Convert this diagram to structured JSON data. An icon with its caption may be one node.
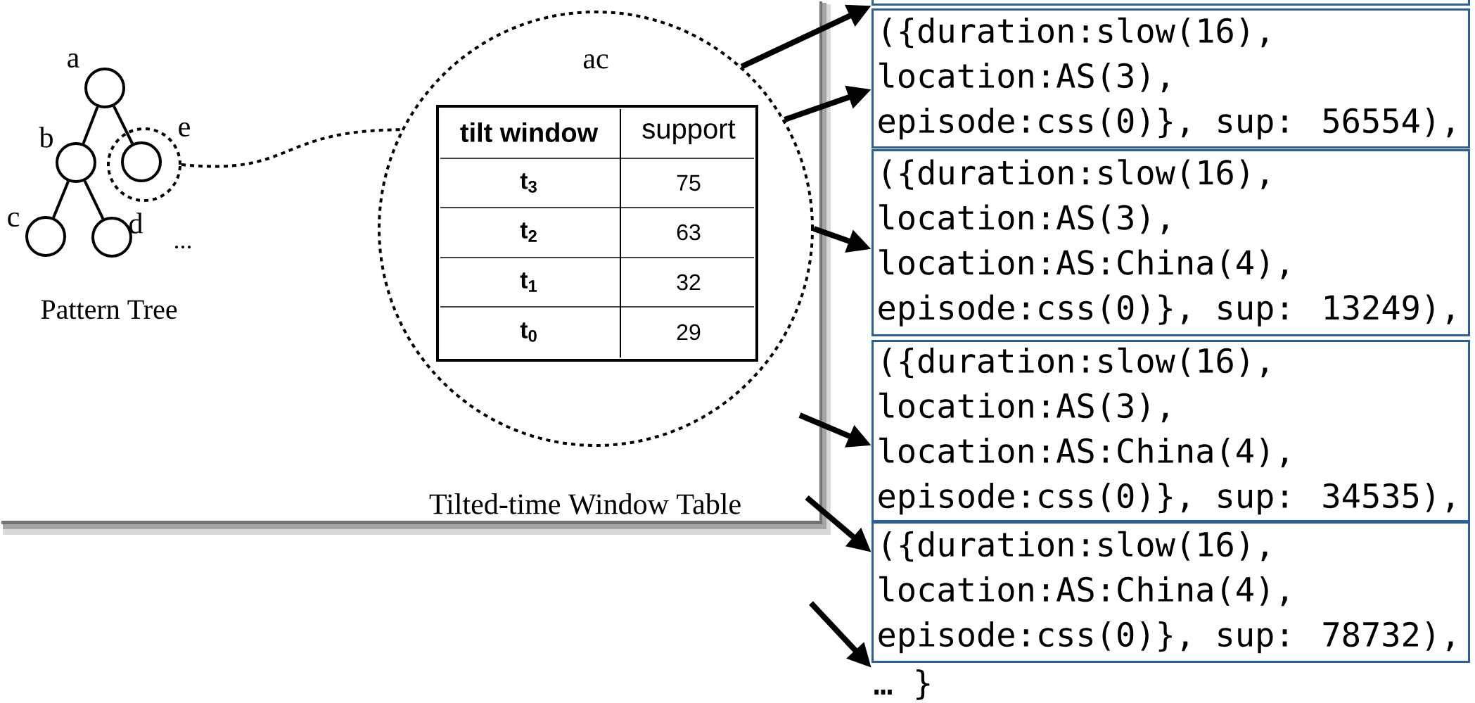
{
  "diagram": {
    "nodes": [
      {
        "text": [],
        "shape": "circle",
        "beside": [
          "a"
        ]
      },
      {
        "text": [],
        "shape": "circle",
        "beside": [
          "b"
        ]
      },
      {
        "text": [],
        "shape": "circle"
      },
      {
        "text": [],
        "shape": "circle",
        "beside": [
          "e"
        ],
        "in": 2
      },
      {
        "text": [],
        "shape": "circle",
        "beside": [
          "c"
        ]
      },
      {
        "text": [],
        "shape": "circle",
        "beside": [
          "d"
        ]
      },
      {
        "text": [
          "ac"
        ]
      },
      {
        "text": [],
        "shape": "box"
      },
      {
        "text": [
          "({duration:slow(16), location:AS(3), episode:css(0)}, sup: 56554),"
        ]
      },
      {
        "text": [
          "({duration:slow(16), location:AS(3), location:AS:China(4), episode:css(0)}, sup: 13249),"
        ]
      },
      {
        "text": [
          "({duration:slow(16), location:AS(3), location:AS:China(4), episode:css(0)}, sup: 34535),"
        ]
      },
      {
        "text": [
          "({duration:slow(16), location:AS:China(4), episode:css(0)}, sup: 78732),"
        ]
      },
      {
        "text": [
          "… }"
        ]
      }
    ],
    "edges": [
      {
        "from": 0,
        "to": 1,
        "arrow": "none"
      },
      {
        "from": 0,
        "to": 3,
        "arrow": "none"
      },
      {
        "from": 1,
        "to": 4,
        "arrow": "none"
      },
      {
        "from": 1,
        "to": 5,
        "arrow": "none"
      },
      {
        "from": 2,
        "to": 6,
        "arrow": "none",
        "style": "dashed"
      },
      {
        "from": 6,
        "to": 7,
        "arrow": "to"
      },
      {
        "from": 6,
        "to": 8,
        "arrow": "to"
      },
      {
        "from": 6,
        "to": 9,
        "arrow": "to"
      },
      {
        "from": null,
        "to": 10,
        "arrow": "to"
      },
      {
        "from": null,
        "to": 11,
        "arrow": "to"
      },
      {
        "from": null,
        "to": 12,
        "arrow": "to"
      }
    ],
    "labels": [
      "...",
      "Pattern Tree",
      "tilt window",
      "support",
      "t$_{3}$",
      "75",
      "t$_{2}$",
      "63",
      "t$_{1}$",
      "32",
      "t$_{0}$",
      "29",
      "Tilted-time Window Table"
    ]
  }
}
